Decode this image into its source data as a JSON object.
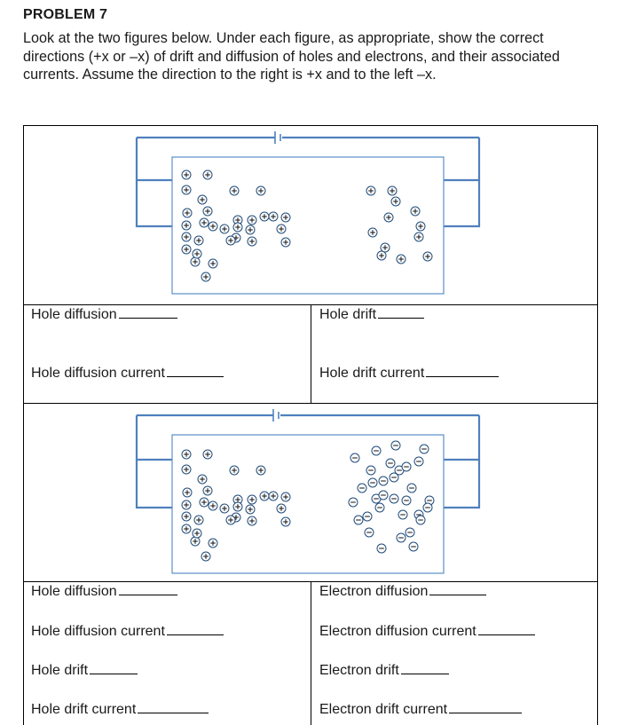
{
  "header": {
    "title": "PROBLEM 7",
    "instructions": "Look at the two figures below. Under each figure, as appropriate, show the correct directions (+x or –x) of drift and diffusion of holes and electrons, and their associated currents. Assume the direction to the right is +x and to the left –x."
  },
  "figure1": {
    "labels": {
      "hole_diffusion": "Hole diffusion",
      "hole_drift": "Hole drift",
      "hole_diffusion_current": "Hole diffusion current",
      "hole_drift_current": "Hole drift current"
    },
    "particle_symbol": "+"
  },
  "figure2": {
    "labels": {
      "hole_diffusion": "Hole diffusion",
      "electron_diffusion": "Electron diffusion",
      "hole_diffusion_current": "Hole diffusion current",
      "electron_diffusion_current": "Electron diffusion current",
      "hole_drift": "Hole drift",
      "electron_drift": "Electron drift",
      "hole_drift_current": "Hole drift current",
      "electron_drift_current": "Electron drift current"
    },
    "hole_symbol": "+",
    "electron_symbol": "–"
  },
  "colors": {
    "wire": "#4f81bd",
    "particle_outline": "#1f4b7a"
  }
}
